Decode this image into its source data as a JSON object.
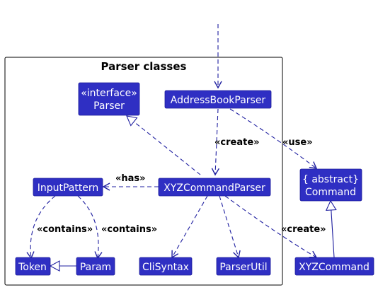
{
  "package": {
    "title": "Parser classes"
  },
  "classes": {
    "interface_parser": {
      "stereotype": "«interface»",
      "name": "Parser"
    },
    "address_book_parser": {
      "name": "AddressBookParser"
    },
    "abstract_command": {
      "stereotype": "{ abstract}",
      "name": "Command"
    },
    "input_pattern": {
      "name": "InputPattern"
    },
    "xyz_command_parser": {
      "name": "XYZCommandParser"
    },
    "token": {
      "name": "Token"
    },
    "param": {
      "name": "Param"
    },
    "cli_syntax": {
      "name": "CliSyntax"
    },
    "parser_util": {
      "name": "ParserUtil"
    },
    "xyz_command": {
      "name": "XYZCommand"
    }
  },
  "relations": {
    "create_parser": "«create»",
    "use_command": "«use»",
    "has_input_pattern": "«has»",
    "contains_token": "«contains»",
    "contains_param": "«contains»",
    "create_command": "«create»"
  },
  "colors": {
    "class_fill": "#2f2fc3",
    "class_text": "#ffffff",
    "edge": "#1f1fa0",
    "frame": "#000000"
  }
}
